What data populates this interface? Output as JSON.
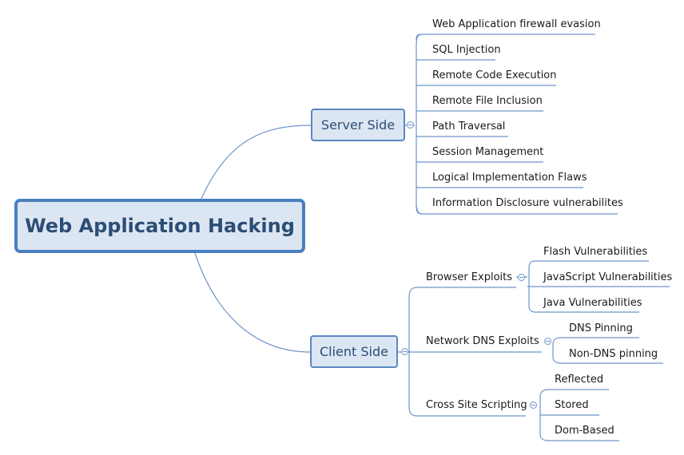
{
  "root": {
    "label": "Web Application Hacking"
  },
  "server": {
    "label": "Server Side",
    "items": [
      "Web Application firewall evasion",
      "SQL Injection",
      "Remote Code Execution",
      "Remote File Inclusion",
      "Path Traversal",
      "Session Management",
      "Logical Implementation Flaws",
      "Information Disclosure vulnerabilites"
    ]
  },
  "client": {
    "label": "Client Side",
    "groups": [
      {
        "label": "Browser Exploits",
        "items": [
          "Flash Vulnerabilities",
          "JavaScript Vulnerabilities",
          "Java Vulnerabilities"
        ]
      },
      {
        "label": "Network DNS Exploits",
        "items": [
          "DNS Pinning",
          "Non-DNS pinning"
        ]
      },
      {
        "label": "Cross Site Scripting",
        "items": [
          "Reflected",
          "Stored",
          "Dom-Based"
        ]
      }
    ]
  },
  "colors": {
    "line": "#6f95c9",
    "box_fill": "#dce6f2",
    "box_border": "#4a7fc1",
    "text_main": "#2c4d75"
  }
}
